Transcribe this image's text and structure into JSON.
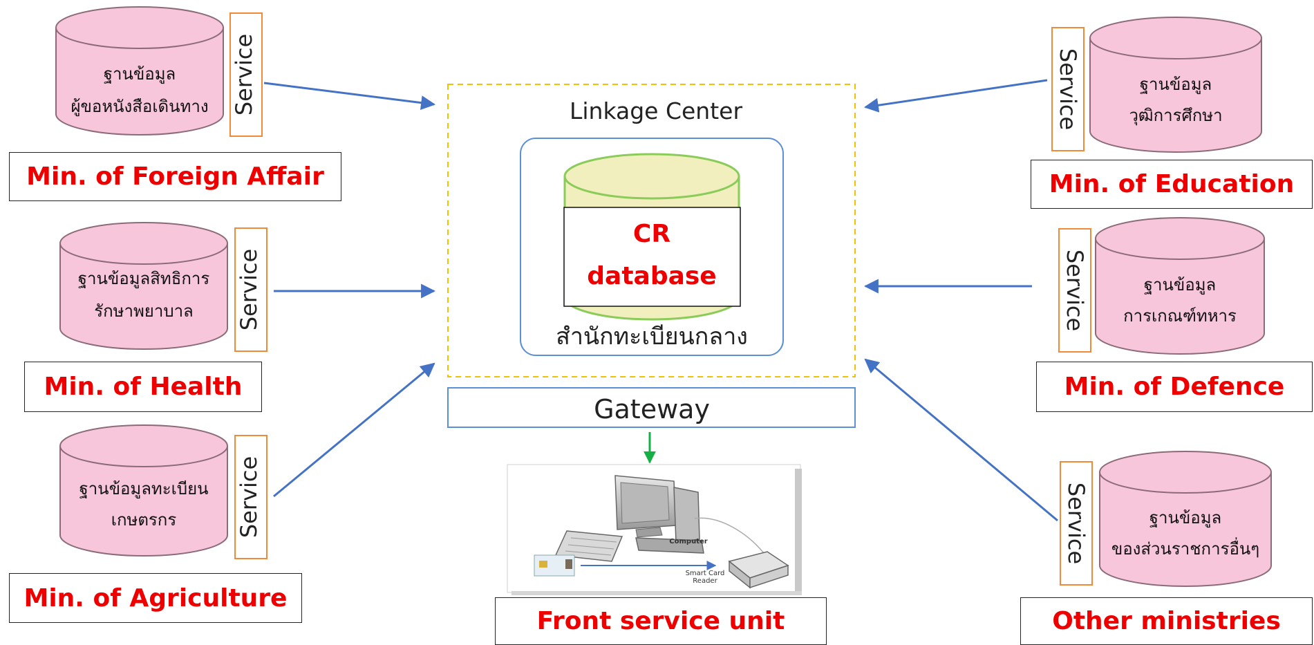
{
  "service_label": "Service",
  "linkage_center": {
    "title": "Linkage Center",
    "core_db": "CR database",
    "core_db_line1": "CR",
    "core_db_line2": "database",
    "core_caption": "สำนักทะเบียนกลาง"
  },
  "gateway": "Gateway",
  "front_unit": {
    "label": "Front service unit",
    "computer_caption": "Computer",
    "reader_caption_1": "Smart Card",
    "reader_caption_2": "Reader"
  },
  "ministries": [
    {
      "id": "foreign",
      "label": "Min. of Foreign Affair",
      "db_line1": "ฐานข้อมูล",
      "db_line2": "ผู้ขอหนังสือเดินทาง"
    },
    {
      "id": "health",
      "label": "Min. of Health",
      "db_line1": "ฐานข้อมูลสิทธิการ",
      "db_line2": "รักษาพยาบาล"
    },
    {
      "id": "agriculture",
      "label": "Min. of Agriculture",
      "db_line1": "ฐานข้อมูลทะเบียน",
      "db_line2": "เกษตรกร"
    },
    {
      "id": "education",
      "label": "Min. of Education",
      "db_line1": "ฐานข้อมูล",
      "db_line2": "วุฒิการศึกษา"
    },
    {
      "id": "defence",
      "label": "Min. of Defence",
      "db_line1": "ฐานข้อมูล",
      "db_line2": "การเกณฑ์ทหาร"
    },
    {
      "id": "other",
      "label": "Other ministries",
      "db_line1": "ฐานข้อมูล",
      "db_line2": "ของส่วนราชการอื่นๆ"
    }
  ],
  "colors": {
    "db_fill": "#f7c6db",
    "db_stroke": "#8c6b78",
    "core_fill": "#f2efbf",
    "core_stroke": "#8acb59",
    "service_border": "#ef8a3b",
    "arrow": "#4472c4",
    "gateway_arrow": "#14b045",
    "dashed_border": "#f2c200",
    "label_red": "#ee0000"
  }
}
